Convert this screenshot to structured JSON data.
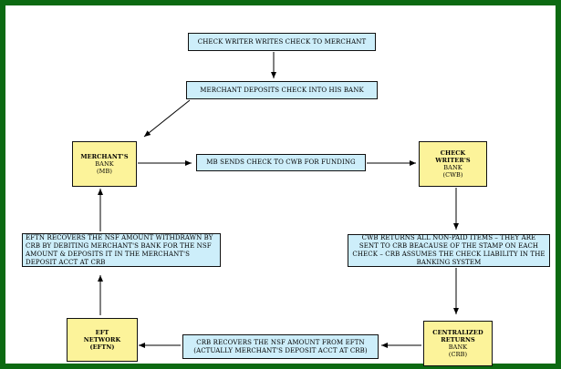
{
  "diagram": {
    "nodes": {
      "check_writer": "CHECK WRITER WRITES CHECK TO MERCHANT",
      "merchant_deposits": "MERCHANT DEPOSITS CHECK INTO HIS BANK",
      "merchants_bank_name": "MERCHANT'S",
      "merchants_bank_sub": "BANK",
      "merchants_bank_abbr": "(MB)",
      "mb_sends": "MB SENDS CHECK TO CWB FOR FUNDING",
      "cwb_name1": "CHECK",
      "cwb_name2": "WRITER'S",
      "cwb_name3": "BANK",
      "cwb_abbr": "(CWB)",
      "cwb_returns": "CWB RETURNS ALL NON-PAID ITEMS – THEY ARE SENT TO CRB BEACAUSE OF THE STAMP ON EACH CHECK – CRB ASSUMES THE CHECK LIABILITY IN THE BANKING SYSTEM",
      "crb_name1": "CENTRALIZED",
      "crb_name2": "RETURNS",
      "crb_name3": "BANK",
      "crb_abbr": "(CRB)",
      "crb_recovers_1": "CRB RECOVERS THE NSF AMOUNT FROM EFTN",
      "crb_recovers_2": "(ACTUALLY MERCHANT'S DEPOSIT ACCT AT CRB)",
      "eftn_name1": "EFT",
      "eftn_name2": "NETWORK",
      "eftn_abbr": "(EFTN)",
      "eftn_recovers": "EFTN RECOVERS THE NSF AMOUNT WITHDRAWN BY CRB BY DEBITING MERCHANT'S BANK FOR THE NSF AMOUNT & DEPOSITS IT IN THE MERCHANT'S DEPOSIT ACCT AT CRB"
    },
    "colors": {
      "frame": "#0c6a12",
      "step_box": "#cdeefa",
      "entity_box": "#fcf39a"
    }
  }
}
